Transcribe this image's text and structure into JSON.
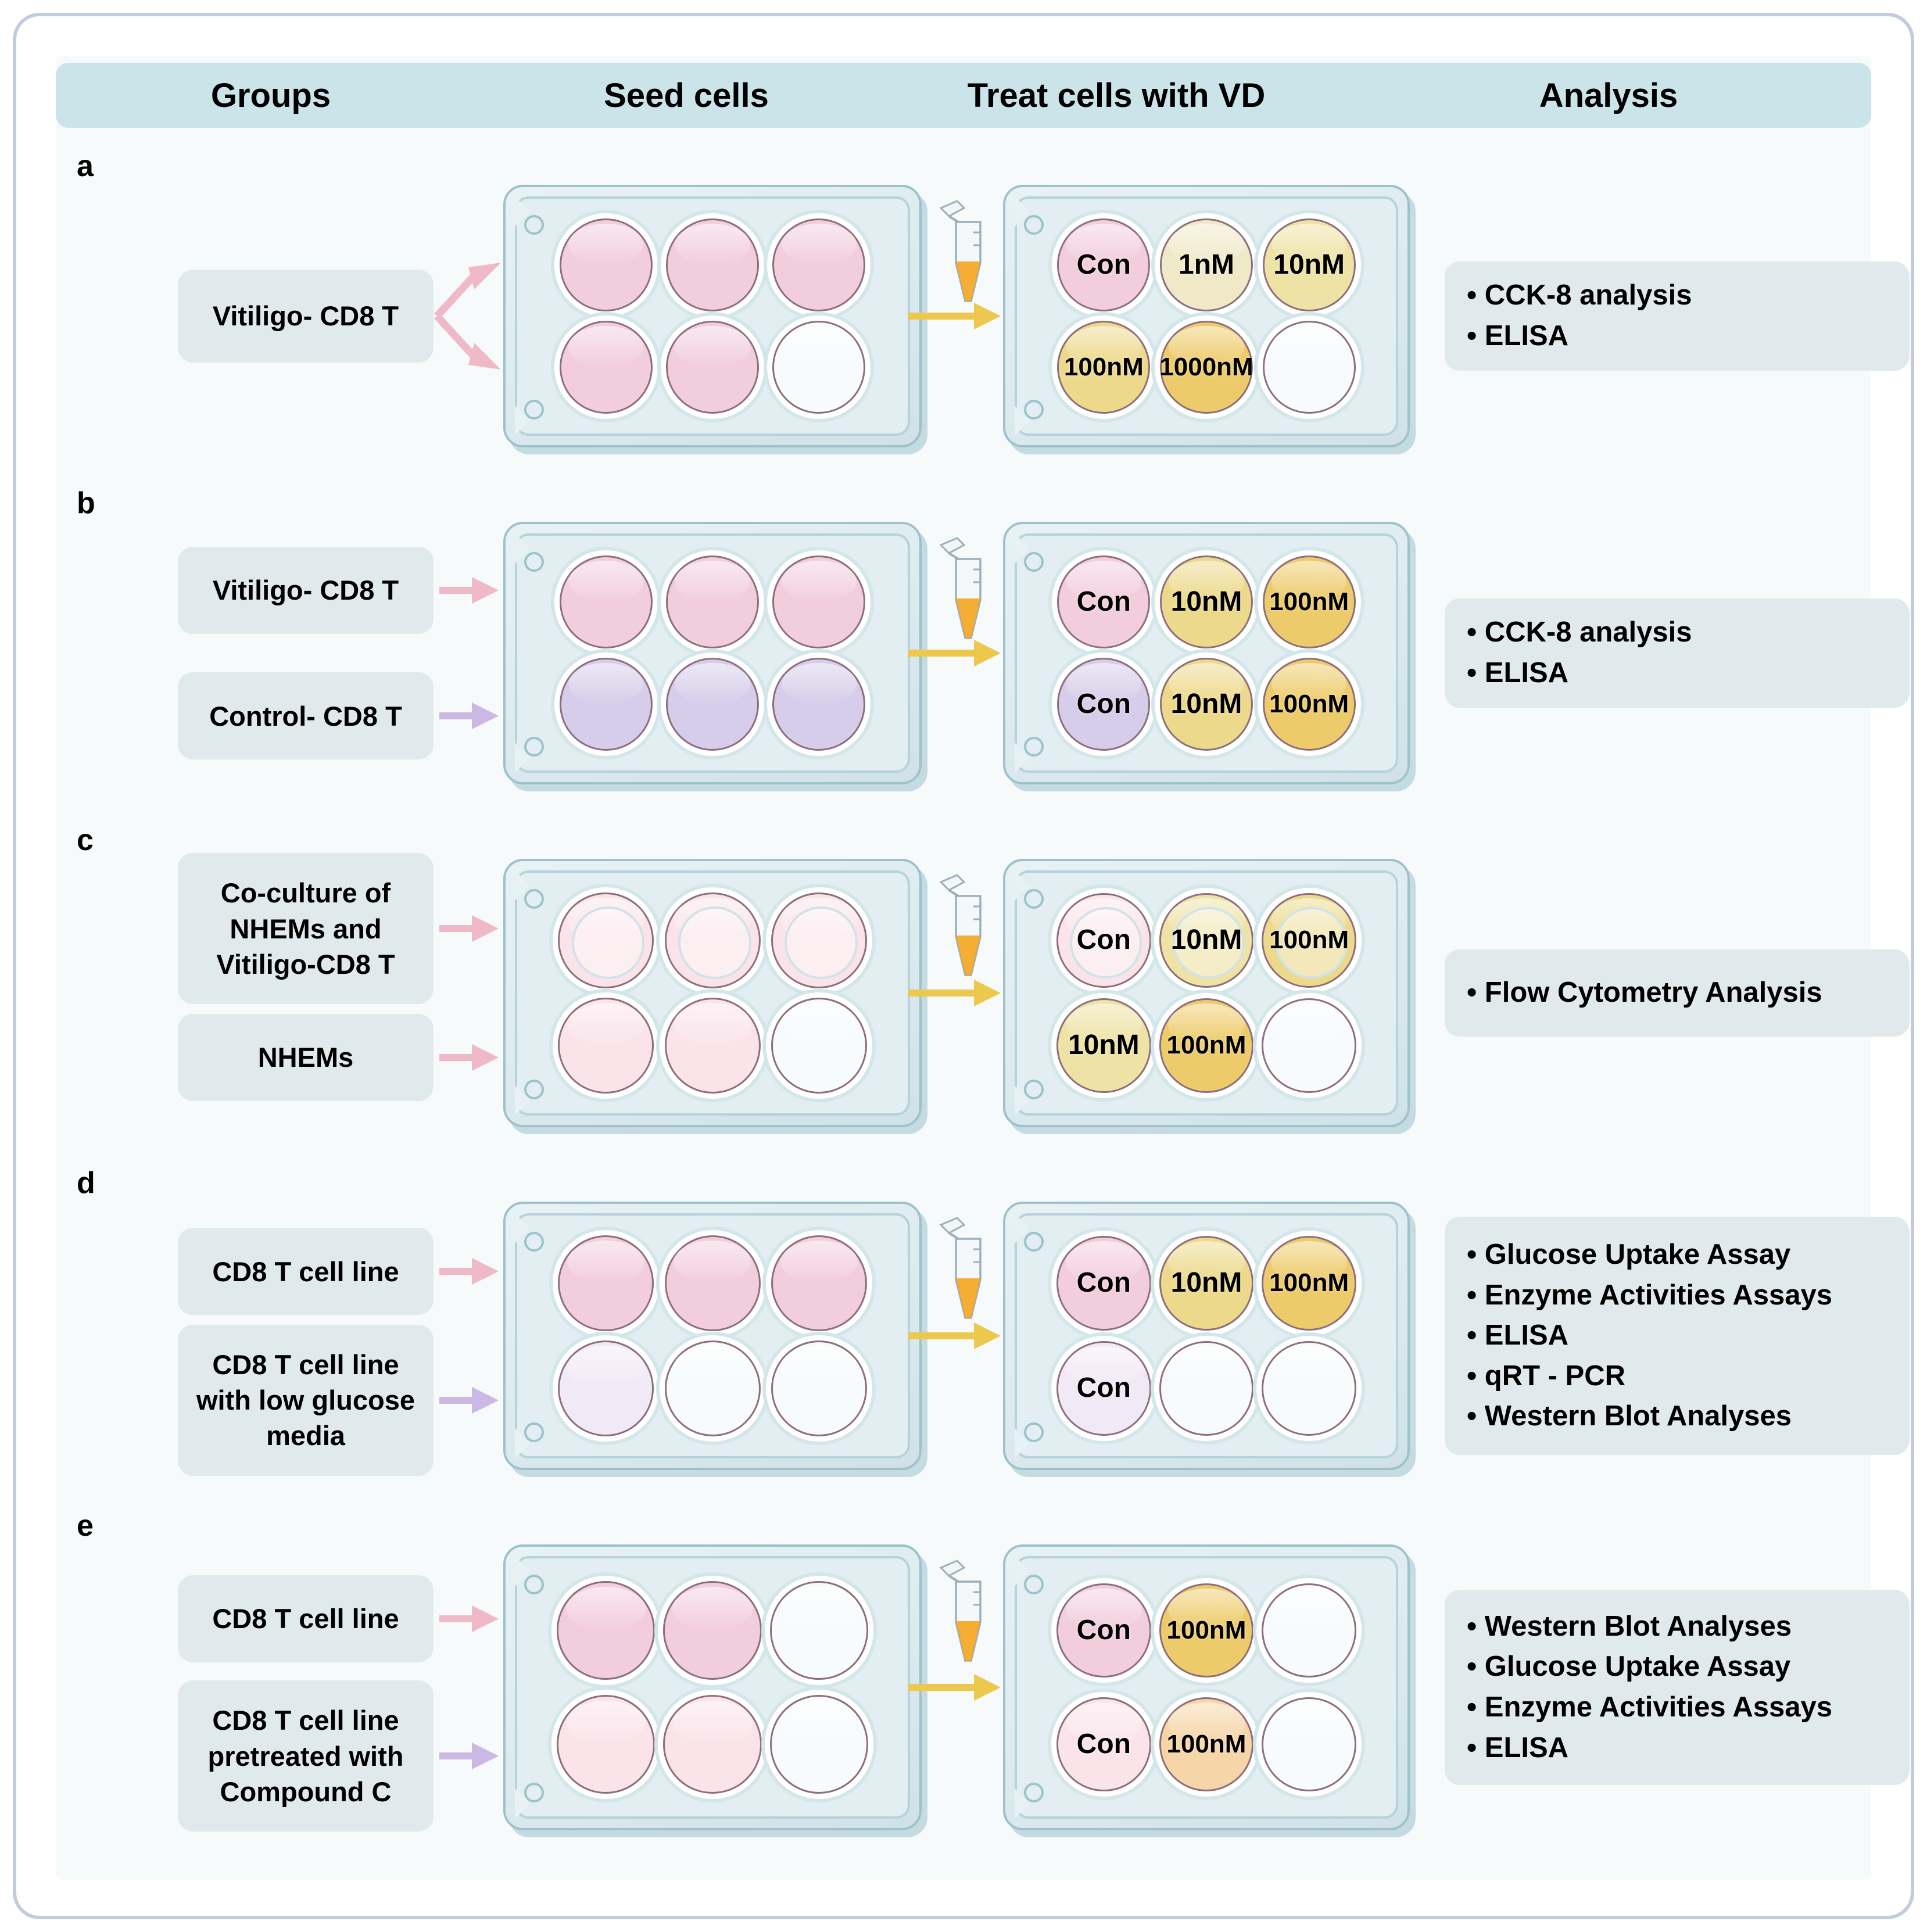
{
  "header": {
    "columns": [
      "Groups",
      "Seed cells",
      "Treat cells with VD",
      "Analysis"
    ]
  },
  "icons": {
    "tube": "eppendorf-tube-icon",
    "transfer_arrow": "yellow-arrow-icon"
  },
  "colors": {
    "header_bar": "#cbe4ea",
    "chip": "#e0eaec",
    "canvas": "#f6fafb",
    "frame_border": "#c3ccdd",
    "plate_body": "#e2eef1",
    "plate_edge": "#9dc2cb",
    "arrow_pink": "#f0b9c8",
    "arrow_purple": "#cbb8e4",
    "arrow_yellow": "#edc84e",
    "well_pink": "#f2cedd",
    "well_purple": "#d6cdea",
    "well_pale_pink": "#fae4ea",
    "well_pale_lavender": "#f2e9f6",
    "well_empty": "#f7fbfc",
    "vd_cream": "#f0e9c8",
    "vd_light_yellow": "#eee2a4",
    "vd_yellow": "#ecd98b",
    "vd_deep_yellow": "#edcb6a",
    "vd_peach": "#f6d5a8"
  },
  "rows": [
    {
      "letter": "a",
      "groups": [
        {
          "label": "Vitiligo- CD8 T",
          "arrow": "pink",
          "fork": true
        }
      ],
      "seed_wells": [
        [
          "pink",
          "pink",
          "pink"
        ],
        [
          "pink",
          "pink",
          "empty"
        ]
      ],
      "treat_wells": [
        [
          {
            "label": "Con",
            "color": "well_pink"
          },
          {
            "label": "1nM",
            "color": "vd_cream"
          },
          {
            "label": "10nM",
            "color": "vd_light_yellow"
          }
        ],
        [
          {
            "label": "100nM",
            "color": "vd_yellow"
          },
          {
            "label": "1000nM",
            "color": "vd_deep_yellow"
          },
          {
            "label": "",
            "color": "empty"
          }
        ]
      ],
      "analysis": [
        "CCK-8 analysis",
        "ELISA"
      ]
    },
    {
      "letter": "b",
      "groups": [
        {
          "label": "Vitiligo- CD8 T",
          "arrow": "pink",
          "fork": false
        },
        {
          "label": "Control- CD8 T",
          "arrow": "purple",
          "fork": false
        }
      ],
      "seed_wells": [
        [
          "pink",
          "pink",
          "pink"
        ],
        [
          "purple",
          "purple",
          "purple"
        ]
      ],
      "treat_wells": [
        [
          {
            "label": "Con",
            "color": "well_pink"
          },
          {
            "label": "10nM",
            "color": "vd_yellow"
          },
          {
            "label": "100nM",
            "color": "vd_deep_yellow"
          }
        ],
        [
          {
            "label": "Con",
            "color": "well_purple"
          },
          {
            "label": "10nM",
            "color": "vd_yellow"
          },
          {
            "label": "100nM",
            "color": "vd_deep_yellow"
          }
        ]
      ],
      "analysis": [
        "CCK-8 analysis",
        "ELISA"
      ]
    },
    {
      "letter": "c",
      "groups": [
        {
          "label": "Co-culture of NHEMs and Vitiligo-CD8 T",
          "arrow": "pink",
          "fork": false
        },
        {
          "label": "NHEMs",
          "arrow": "pink",
          "fork": false
        }
      ],
      "seed_wells": [
        [
          "pink_insert",
          "pink_insert",
          "pink_insert"
        ],
        [
          "pale_pink",
          "pale_pink",
          "empty"
        ]
      ],
      "treat_wells": [
        [
          {
            "label": "Con",
            "color": "well_pale_pink",
            "insert": true
          },
          {
            "label": "10nM",
            "color": "vd_light_yellow",
            "insert": true
          },
          {
            "label": "100nM",
            "color": "vd_yellow",
            "insert": true
          }
        ],
        [
          {
            "label": "10nM",
            "color": "vd_light_yellow"
          },
          {
            "label": "100nM",
            "color": "vd_deep_yellow"
          },
          {
            "label": "",
            "color": "empty"
          }
        ]
      ],
      "analysis": [
        "Flow Cytometry Analysis"
      ]
    },
    {
      "letter": "d",
      "groups": [
        {
          "label": "CD8 T cell line",
          "arrow": "pink",
          "fork": false
        },
        {
          "label": "CD8 T cell line with low glucose media",
          "arrow": "purple",
          "fork": false
        }
      ],
      "seed_wells": [
        [
          "pink",
          "pink",
          "pink"
        ],
        [
          "pale_lavender",
          "empty",
          "empty"
        ]
      ],
      "treat_wells": [
        [
          {
            "label": "Con",
            "color": "well_pink"
          },
          {
            "label": "10nM",
            "color": "vd_yellow"
          },
          {
            "label": "100nM",
            "color": "vd_deep_yellow"
          }
        ],
        [
          {
            "label": "Con",
            "color": "well_pale_lavender"
          },
          {
            "label": "",
            "color": "empty"
          },
          {
            "label": "",
            "color": "empty"
          }
        ]
      ],
      "analysis": [
        "Glucose Uptake Assay",
        "Enzyme Activities Assays",
        "ELISA",
        "qRT ‐ PCR",
        "Western Blot Analyses"
      ]
    },
    {
      "letter": "e",
      "groups": [
        {
          "label": "CD8 T cell line",
          "arrow": "pink",
          "fork": false
        },
        {
          "label": "CD8 T cell line pretreated with Compound C",
          "arrow": "purple",
          "fork": false
        }
      ],
      "seed_wells": [
        [
          "pink",
          "pink",
          "empty"
        ],
        [
          "pale_pink",
          "pale_pink",
          "empty"
        ]
      ],
      "treat_wells": [
        [
          {
            "label": "Con",
            "color": "well_pink"
          },
          {
            "label": "100nM",
            "color": "vd_deep_yellow"
          },
          {
            "label": "",
            "color": "empty"
          }
        ],
        [
          {
            "label": "Con",
            "color": "well_pale_pink"
          },
          {
            "label": "100nM",
            "color": "vd_peach"
          },
          {
            "label": "",
            "color": "empty"
          }
        ]
      ],
      "analysis": [
        "Western Blot Analyses",
        "Glucose Uptake Assay",
        "Enzyme Activities Assays",
        "ELISA"
      ]
    }
  ]
}
